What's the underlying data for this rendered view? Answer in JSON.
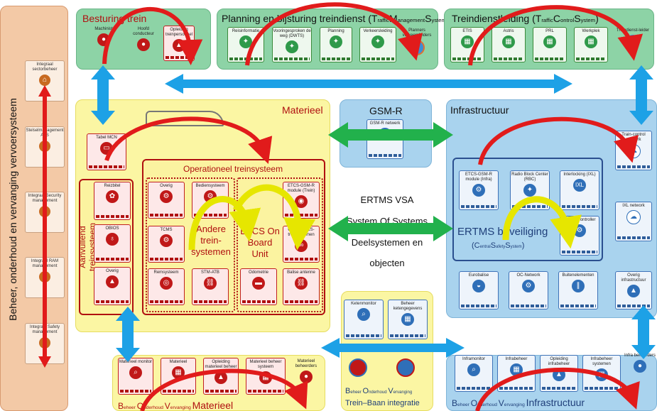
{
  "left_bar": {
    "title": "Beheer, onderhoud en vervanging vervoersysteem",
    "cards": [
      {
        "label": "Integraal sectorbeheer"
      },
      {
        "label": "Stelselmanagement AVS"
      },
      {
        "label": "Integraal Security management"
      },
      {
        "label": "Integraal RAM management"
      },
      {
        "label": "Integraal Safety management"
      }
    ]
  },
  "top": {
    "besturing": {
      "title": "Besturing trein",
      "cards": [
        {
          "label": "Machinist"
        },
        {
          "label": "Hoofd conducteur"
        },
        {
          "label": "Opleiding treinpersoneel"
        }
      ]
    },
    "planning": {
      "title_main": "Planning en bijsturing treindienst (T",
      "title_tm1": "raffic",
      "title_m": "M",
      "title_tm2": "anagement",
      "title_s": "S",
      "title_tm3": "ystem",
      "title_end": ")",
      "cards": [
        {
          "label": "Reisinformatie"
        },
        {
          "label": "Vooringesproken de weg (DWTS)"
        },
        {
          "label": "Planning"
        },
        {
          "label": "Verkeersleiding"
        },
        {
          "label": "Planners verkeersleiders"
        }
      ]
    },
    "treindienst": {
      "title_main": "Treindienstleiding (T",
      "title_tc1": "raffic",
      "title_c": "C",
      "title_tc2": "ontrol",
      "title_s": "S",
      "title_tc3": "ystem",
      "title_end": ")",
      "cards": [
        {
          "label": "ETIS"
        },
        {
          "label": "Astris"
        },
        {
          "label": "PRL"
        },
        {
          "label": "Werkplek"
        },
        {
          "label": "Treindienst-leider"
        }
      ]
    }
  },
  "materieel": {
    "title": "Materieel",
    "tabs_card": "Tabel MCN",
    "aanvullend": {
      "title": "Aanvullend treinsysteem",
      "cards": [
        {
          "label": "Reizbitel"
        },
        {
          "label": "OBIOS"
        },
        {
          "label": "Overig"
        }
      ]
    },
    "operationeel": {
      "title": "Operationeel treinsysteem",
      "cards": [
        {
          "label": "Overig"
        },
        {
          "label": "Bediensysteem"
        },
        {
          "label": "ETCS-GSM-R module (Trein)"
        },
        {
          "label": "TCMS"
        },
        {
          "label": "Overig ETCS-treinsystemen"
        },
        {
          "label": "Remsysteem"
        },
        {
          "label": "STM-ATB"
        },
        {
          "label": "Odometrie"
        },
        {
          "label": "Balise antenne"
        }
      ],
      "andere": "Andere trein-systemen",
      "etcs_obu": "ETCS On Board Unit"
    }
  },
  "gsmr": {
    "title": "GSM-R",
    "card": "GSM-R netwerk"
  },
  "center": {
    "line1": "ERTMS VSA",
    "line2": "System Of Systems",
    "line3": "Deelsystemen en",
    "line4": "objecten"
  },
  "infra": {
    "title": "Infrastructuur",
    "train_control": "Train-control network",
    "ixl_network": "IXL network",
    "beveiliging": {
      "title": "ERTMS beveiliging",
      "sub_c": "C",
      "sub_1": "entral",
      "sub_s1": "S",
      "sub_2": "afety",
      "sub_s2": "S",
      "sub_3": "ystem",
      "cards": [
        {
          "label": "ETCS-GSM-R module (Infra)"
        },
        {
          "label": "Radio Block Center (RBC)"
        },
        {
          "label": "Interlocking (IXL)"
        },
        {
          "label": "Object Controller"
        }
      ]
    },
    "bottom_cards": [
      {
        "label": "Eurobalise"
      },
      {
        "label": "OC-Network"
      },
      {
        "label": "Buitenelementen"
      },
      {
        "label": "Overig infrastructuur"
      }
    ]
  },
  "bottom": {
    "materieel": {
      "title_b": "B",
      "title_1": "eheer ",
      "title_o": "O",
      "title_2": "nderhoud ",
      "title_v": "V",
      "title_3": "ervanging ",
      "title_4": "Materieel",
      "cards": [
        {
          "label": "Materieel monitor"
        },
        {
          "label": "Materieel"
        },
        {
          "label": "Opleiding materieel beheer"
        },
        {
          "label": "Materieel beheer systeem"
        },
        {
          "label": "Materieel beheerders"
        }
      ]
    },
    "integratie": {
      "title_b": "B",
      "title_1": "eheer ",
      "title_o": "O",
      "title_2": "nderhoud ",
      "title_v": "V",
      "title_3": "ervanging",
      "title_line2": "Trein–Baan integratie",
      "cards": [
        {
          "label": "Ketenmonitor"
        },
        {
          "label": "Beheer ketengegevens"
        }
      ]
    },
    "infra": {
      "title_b": "B",
      "title_1": "eheer ",
      "title_o": "O",
      "title_2": "nderhoud ",
      "title_v": "V",
      "title_3": "ervanging ",
      "title_4": "Infrastructuur",
      "cards": [
        {
          "label": "Inframonitor"
        },
        {
          "label": "Infrabeheer"
        },
        {
          "label": "Opleiding infrabeheer"
        },
        {
          "label": "Infrabeheer systemen"
        },
        {
          "label": "Infra beheerders"
        }
      ]
    }
  },
  "colors": {
    "red": "#e11b1b",
    "yellow": "#e6e600",
    "green": "#22b14c",
    "blue": "#1da1e6"
  }
}
